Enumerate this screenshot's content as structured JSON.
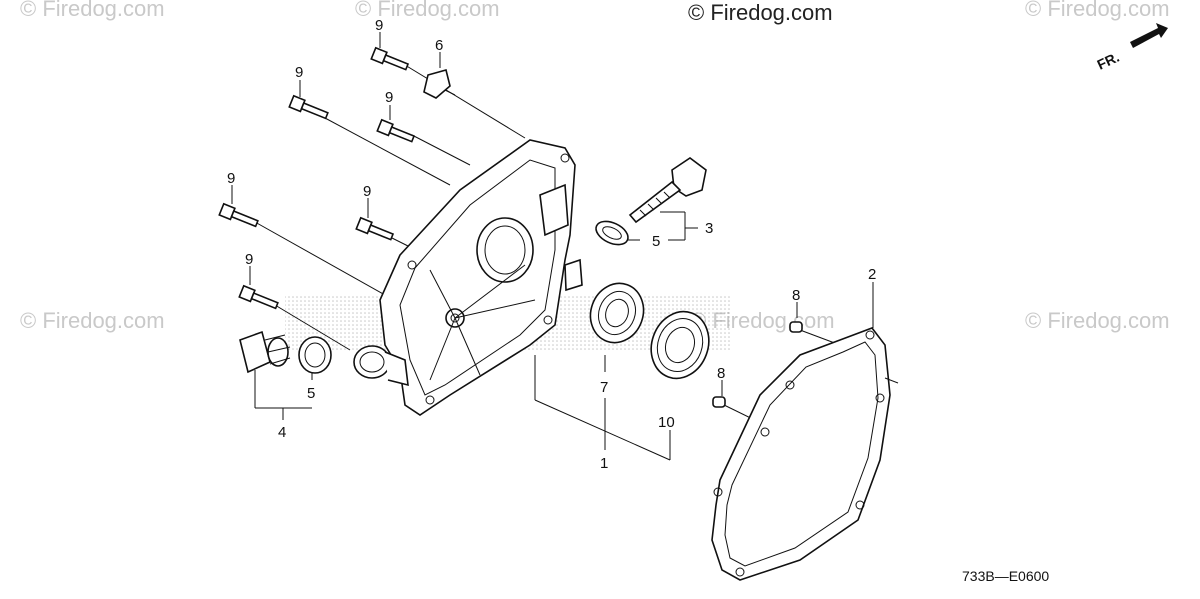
{
  "watermarks": {
    "top_center": "© Firedog.com",
    "faint": "© Firedog.com"
  },
  "direction_label": "FR.",
  "drawing_code": "733B—E0600",
  "callouts": {
    "c1": "1",
    "c2": "2",
    "c3": "3",
    "c4": "4",
    "c5a": "5",
    "c5b": "5",
    "c6": "6",
    "c7": "7",
    "c8a": "8",
    "c8b": "8",
    "c9a": "9",
    "c9b": "9",
    "c9c": "9",
    "c9d": "9",
    "c9e": "9",
    "c9f": "9",
    "c10": "10"
  },
  "colors": {
    "ink": "#111111",
    "watermark": "#c9c9c9"
  }
}
